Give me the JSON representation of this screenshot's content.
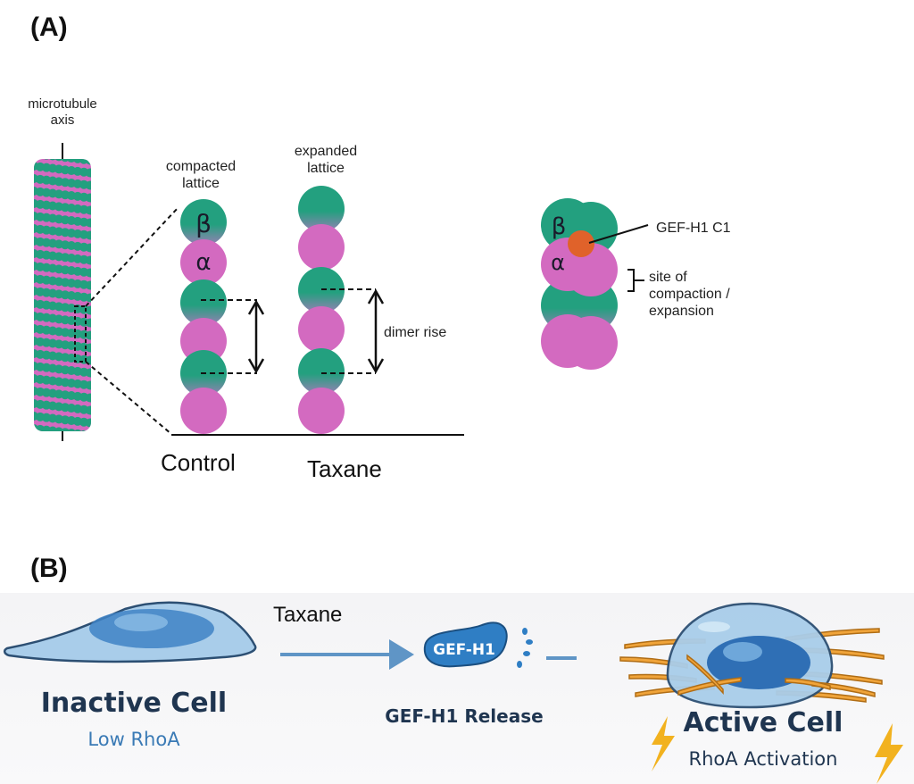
{
  "panel_a": {
    "label": "(A)",
    "microtubule_axis_label": [
      "microtubule",
      "axis"
    ],
    "compacted_label": [
      "compacted",
      "lattice"
    ],
    "expanded_label": [
      "expanded",
      "lattice"
    ],
    "beta": "β",
    "alpha": "α",
    "dimer_rise_label": "dimer rise",
    "gef_label": "GEF-H1 C1",
    "site_label": [
      "site of",
      "compaction /",
      "expansion"
    ],
    "control_label": "Control",
    "taxane_label": "Taxane",
    "colors": {
      "beta_tubulin": "#23a07f",
      "alpha_tubulin": "#d36ac0",
      "gef_h1_c1": "#e0622a"
    }
  },
  "panel_b": {
    "label": "(B)",
    "taxane_label": "Taxane",
    "gef_blob_label": "GEF-H1",
    "inactive": {
      "title": "Inactive Cell",
      "subtitle": "Low RhoA"
    },
    "release": {
      "title": "GEF-H1 Release"
    },
    "active": {
      "title": "Active Cell",
      "subtitle": "RhoA Activation"
    },
    "colors": {
      "cell_fill": "#a9cdea",
      "nucleus": "#3f83c5",
      "fibers": "#f0a43a",
      "bolt": "#f2b21f",
      "title": "#1f3550",
      "subtitle": "#3a7ab5"
    }
  }
}
